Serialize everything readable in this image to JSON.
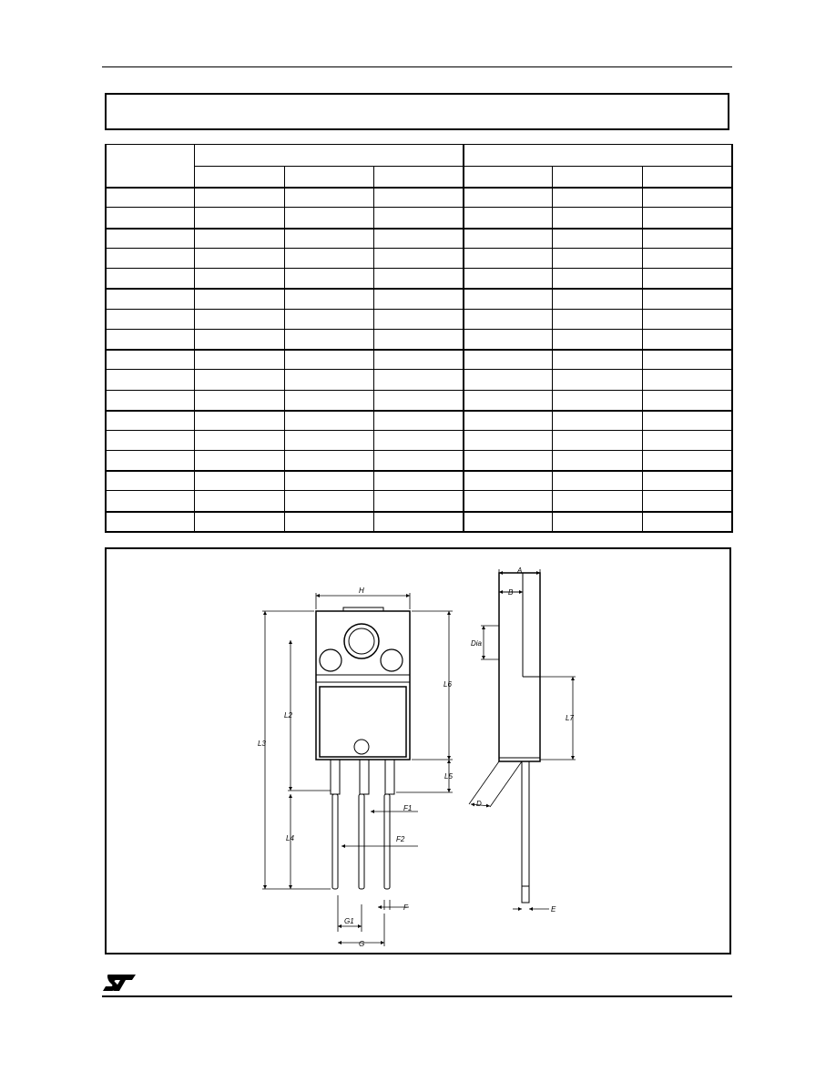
{
  "drawing": {
    "labels": {
      "H": "H",
      "L2": "L2",
      "L3": "L3",
      "L4": "L4",
      "L5": "L5",
      "L6": "L6",
      "L7": "L7",
      "F": "F",
      "F1": "F1",
      "F2": "F2",
      "G": "G",
      "G1": "G1",
      "A": "A",
      "B": "B",
      "D": "D",
      "E": "E",
      "Dia": "Dia"
    }
  },
  "footer": {
    "logo_icon": "st-logo-icon",
    "accent_color": "#000000"
  }
}
